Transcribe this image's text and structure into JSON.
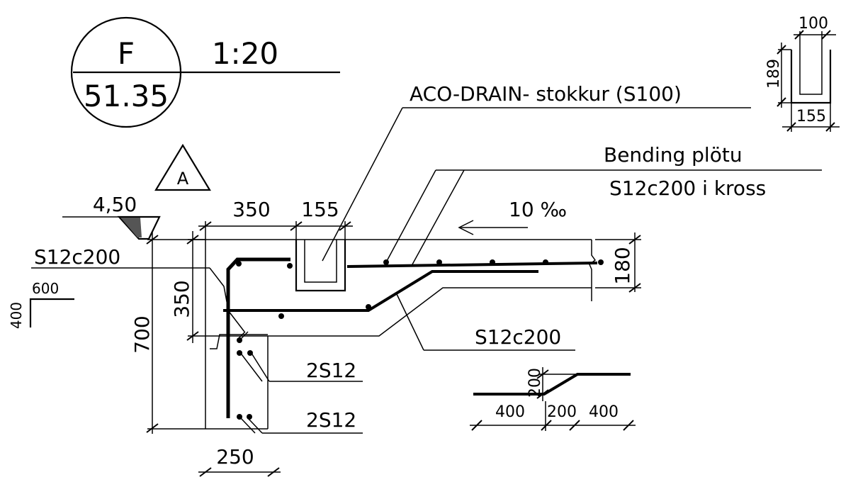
{
  "section_marker": {
    "letter": "F",
    "sheet": "51.35",
    "scale": "1:20"
  },
  "detail_marker": {
    "letter": "A"
  },
  "elevation": {
    "value": "4,50"
  },
  "labels": {
    "aco_drain": "ACO-DRAIN- stokkur (S100)",
    "bending_line1": "Bending plötu",
    "bending_line2": "S12c200 i kross",
    "slope": "10 ‰",
    "s12c200_left": "S12c200",
    "s12c200_right": "S12c200",
    "bars_2s12_upper": "2S12",
    "bars_2s12_lower": "2S12"
  },
  "dimensions": {
    "d350_top": "350",
    "d155_top": "155",
    "d180_right": "180",
    "d350_left": "350",
    "d700_left": "700",
    "d250_bottom": "250"
  },
  "bend_detail_600": {
    "width": "600",
    "height": "400"
  },
  "channel_detail": {
    "top": "100",
    "height": "189",
    "bottom": "155"
  },
  "bent_bar_detail": {
    "rise": "200",
    "seg1": "400",
    "seg2": "200",
    "seg3": "400"
  }
}
